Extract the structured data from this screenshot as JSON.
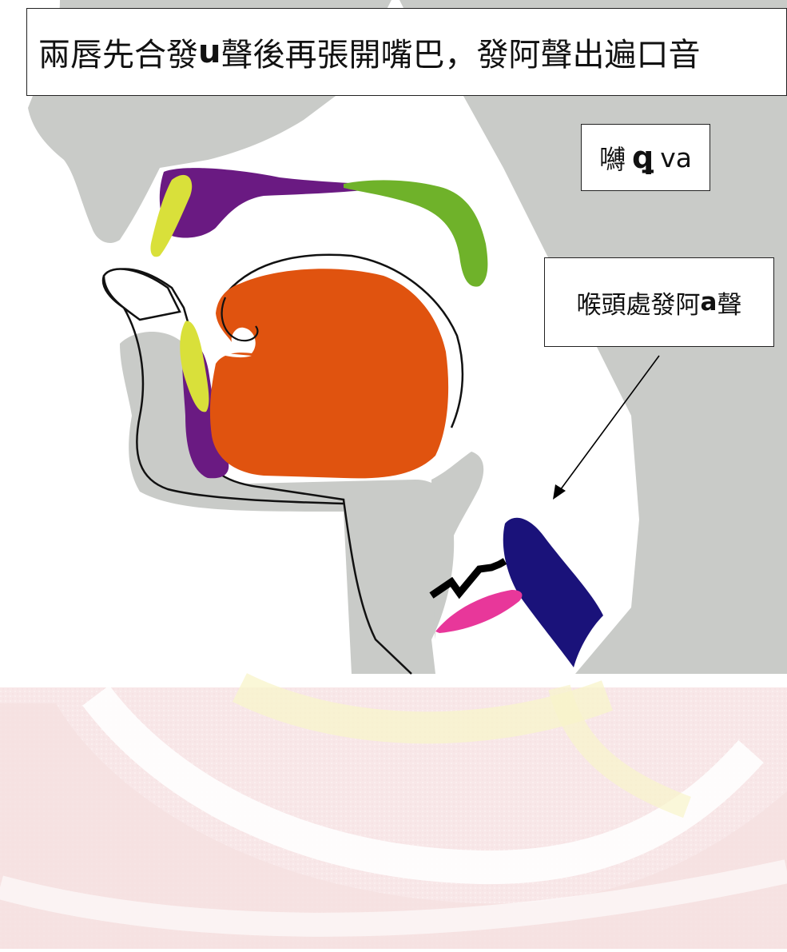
{
  "title": {
    "part1": "兩唇先合發",
    "latin": "u",
    "part2": "聲後再張開嘴巴，發阿聲出遍口音"
  },
  "syllable_label": {
    "prefix": "嚩",
    "siddham_glyph": "ꝗ",
    "romanization": "va"
  },
  "larynx_label": {
    "prefix": "喉頭處發阿",
    "latin": "a",
    "suffix": "聲"
  },
  "colors": {
    "head_gray": "#c9cbc8",
    "lips_purple": "#6a1a82",
    "lips_yellow": "#d9e03a",
    "soft_palate_green": "#6fb22a",
    "tongue_orange": "#e0530f",
    "epiglottis_navy": "#1a127a",
    "vocal_fold_pink": "#e8379a",
    "watermark_red": "#e8b8b8",
    "watermark_yellow": "#f2efa0"
  }
}
